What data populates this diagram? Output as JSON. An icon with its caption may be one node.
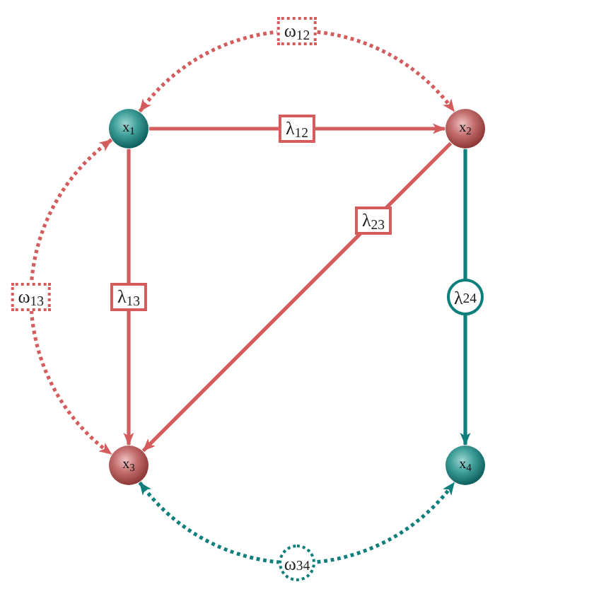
{
  "diagram": {
    "nodes": [
      {
        "text": [
          "x$_{1}$"
        ]
      },
      {
        "text": [
          "x$_{2}$"
        ]
      },
      {
        "text": [
          "x$_{3}$"
        ]
      },
      {
        "text": [
          "x$_{4}$"
        ]
      }
    ],
    "edges": [
      {
        "from": 0,
        "to": 1,
        "arrow": "both",
        "label": "ω$_{12}$",
        "style": "dashed"
      },
      {
        "from": 0,
        "to": 1,
        "arrow": "to",
        "label": "λ$_{12}$"
      },
      {
        "from": 0,
        "to": 2,
        "arrow": "both",
        "label": "ω$_{13}$",
        "style": "dashed"
      },
      {
        "from": 0,
        "to": 2,
        "arrow": "to",
        "label": "λ$_{13}$"
      },
      {
        "from": 1,
        "to": 2,
        "arrow": "to",
        "label": "λ$_{23}$"
      },
      {
        "from": 1,
        "to": 3,
        "arrow": "to",
        "label": "λ$_{24}$",
        "color": "#0e7f7c"
      },
      {
        "from": 2,
        "to": 3,
        "arrow": "both",
        "label": "ω$_{34}$",
        "style": "dashed",
        "color": "#0e7f7c"
      }
    ]
  }
}
